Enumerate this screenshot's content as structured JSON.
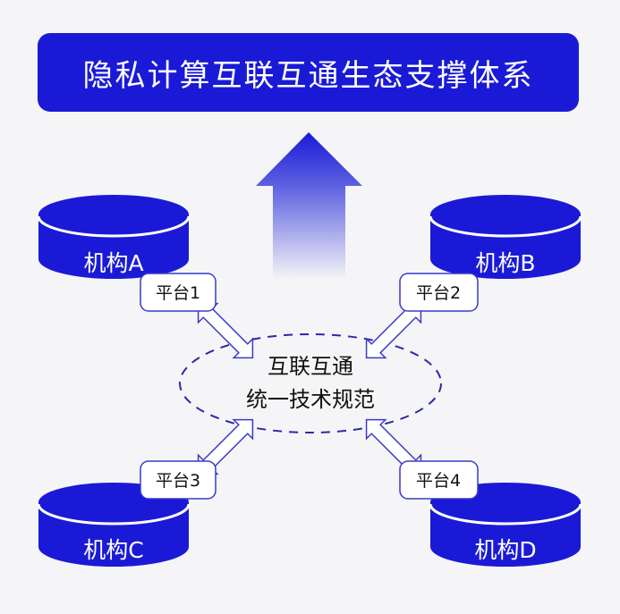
{
  "title": "隐私计算互联互通生态支撑体系",
  "center": {
    "line1": "互联互通",
    "line2": "统一技术规范"
  },
  "institutions": [
    {
      "id": "A",
      "label": "机构A",
      "platform": "平台1"
    },
    {
      "id": "B",
      "label": "机构B",
      "platform": "平台2"
    },
    {
      "id": "C",
      "label": "机构C",
      "platform": "平台3"
    },
    {
      "id": "D",
      "label": "机构D",
      "platform": "平台4"
    }
  ],
  "colors": {
    "primary": "#1a1ad6",
    "background": "#f5f5f7",
    "outline": "#3a3ac8",
    "ellipse_dash": "#2a2aa8"
  }
}
